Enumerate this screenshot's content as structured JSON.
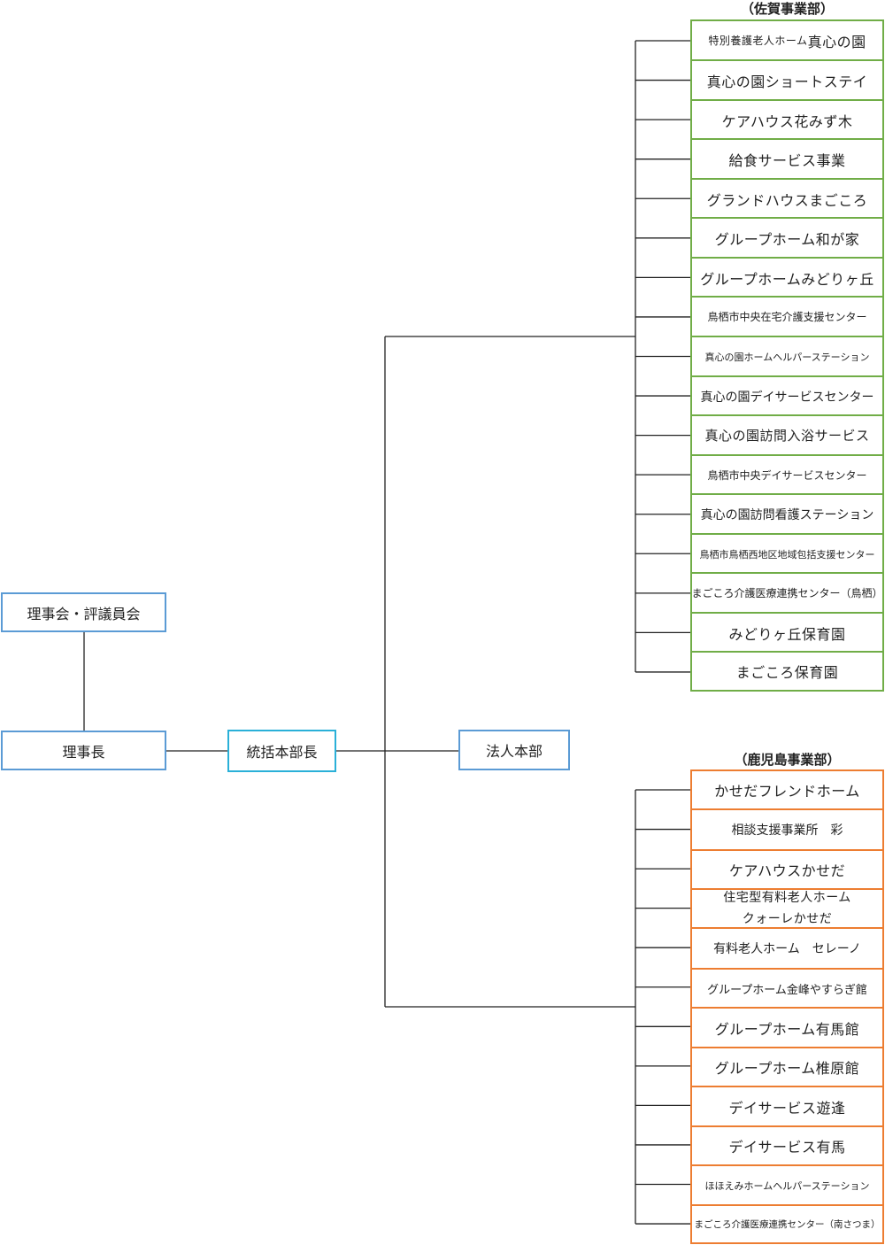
{
  "top_boxes": {
    "board": "理事会・評議員会",
    "chairman": "理事長",
    "general_director": "統括本部長",
    "hq": "法人本部"
  },
  "saga": {
    "title": "（佐賀事業部）",
    "units": [
      {
        "prefix": "特別養護老人ホーム",
        "main": "真心の園"
      },
      {
        "prefix": "",
        "main": "真心の園ショートステイ"
      },
      {
        "prefix": "",
        "main": "ケアハウス花みず木"
      },
      {
        "prefix": "",
        "main": "給食サービス事業"
      },
      {
        "prefix": "",
        "main": "グランドハウスまごころ"
      },
      {
        "prefix": "",
        "main": "グループホーム和が家"
      },
      {
        "prefix": "",
        "main": "グループホームみどりヶ丘"
      },
      {
        "prefix": "",
        "main": "鳥栖市中央在宅介護支援センター"
      },
      {
        "prefix": "",
        "main": "真心の園ホームヘルパーステーション"
      },
      {
        "prefix": "",
        "main": "真心の園デイサービスセンター"
      },
      {
        "prefix": "",
        "main": "真心の園訪問入浴サービス"
      },
      {
        "prefix": "",
        "main": "鳥栖市中央デイサービスセンター"
      },
      {
        "prefix": "",
        "main": "真心の園訪問看護ステーション"
      },
      {
        "prefix": "",
        "main": "鳥栖市鳥栖西地区地域包括支援センター"
      },
      {
        "prefix": "",
        "main": "まごころ介護医療連携センター（鳥栖）"
      },
      {
        "prefix": "",
        "main": "みどりヶ丘保育園"
      },
      {
        "prefix": "",
        "main": "まごころ保育園"
      }
    ]
  },
  "kagoshima": {
    "title": "（鹿児島事業部）",
    "units": [
      {
        "line1": "かせだフレンドホーム",
        "line2": ""
      },
      {
        "line1": "相談支援事業所　彩",
        "line2": ""
      },
      {
        "line1": "ケアハウスかせだ",
        "line2": ""
      },
      {
        "line1": "住宅型有料老人ホーム",
        "line2": "クォーレかせだ"
      },
      {
        "line1": "有料老人ホーム　セレーノ",
        "line2": ""
      },
      {
        "line1": "グループホーム金峰やすらぎ館",
        "line2": ""
      },
      {
        "line1": "グループホーム有馬館",
        "line2": ""
      },
      {
        "line1": "グループホーム椎原館",
        "line2": ""
      },
      {
        "line1": "デイサービス遊逢",
        "line2": ""
      },
      {
        "line1": "デイサービス有馬",
        "line2": ""
      },
      {
        "line1": "ほほえみホームヘルパーステーション",
        "line2": ""
      },
      {
        "line1": "まごころ介護医療連携センター（南さつま）",
        "line2": ""
      }
    ]
  }
}
